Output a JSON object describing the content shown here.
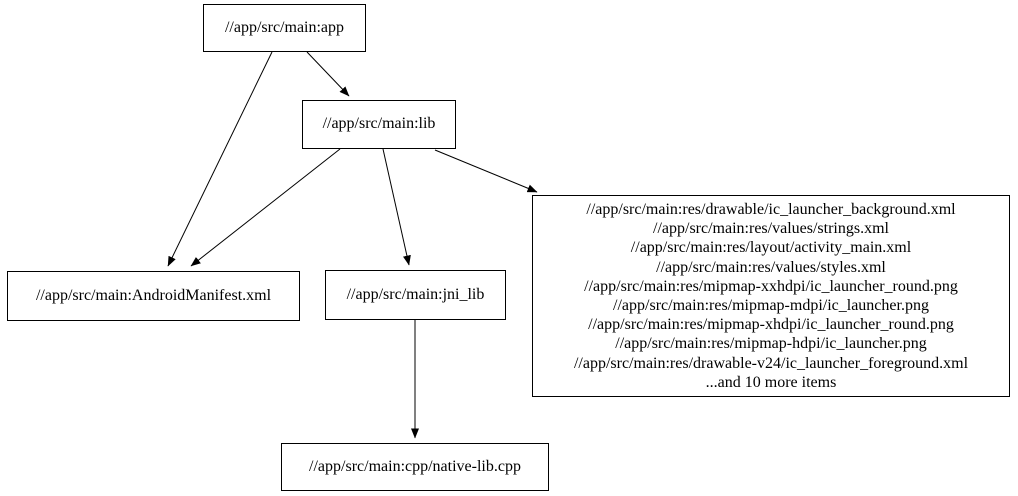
{
  "colors": {
    "background": "#ffffff",
    "node_border": "#000000",
    "node_fill": "#ffffff",
    "edge": "#000000",
    "text": "#000000"
  },
  "nodes": {
    "app": {
      "label": "//app/src/main:app"
    },
    "lib": {
      "label": "//app/src/main:lib"
    },
    "manifest": {
      "label": "//app/src/main:AndroidManifest.xml"
    },
    "jni_lib": {
      "label": "//app/src/main:jni_lib"
    },
    "res": {
      "lines": [
        "//app/src/main:res/drawable/ic_launcher_background.xml",
        "//app/src/main:res/values/strings.xml",
        "//app/src/main:res/layout/activity_main.xml",
        "//app/src/main:res/values/styles.xml",
        "//app/src/main:res/mipmap-xxhdpi/ic_launcher_round.png",
        "//app/src/main:res/mipmap-mdpi/ic_launcher.png",
        "//app/src/main:res/mipmap-xhdpi/ic_launcher_round.png",
        "//app/src/main:res/mipmap-hdpi/ic_launcher.png",
        "//app/src/main:res/drawable-v24/ic_launcher_foreground.xml",
        "...and 10 more items"
      ]
    },
    "native": {
      "label": "//app/src/main:cpp/native-lib.cpp"
    }
  },
  "edges": [
    {
      "from": "app",
      "to": "manifest"
    },
    {
      "from": "app",
      "to": "lib"
    },
    {
      "from": "lib",
      "to": "manifest"
    },
    {
      "from": "lib",
      "to": "jni_lib"
    },
    {
      "from": "lib",
      "to": "res"
    },
    {
      "from": "jni_lib",
      "to": "native"
    }
  ]
}
